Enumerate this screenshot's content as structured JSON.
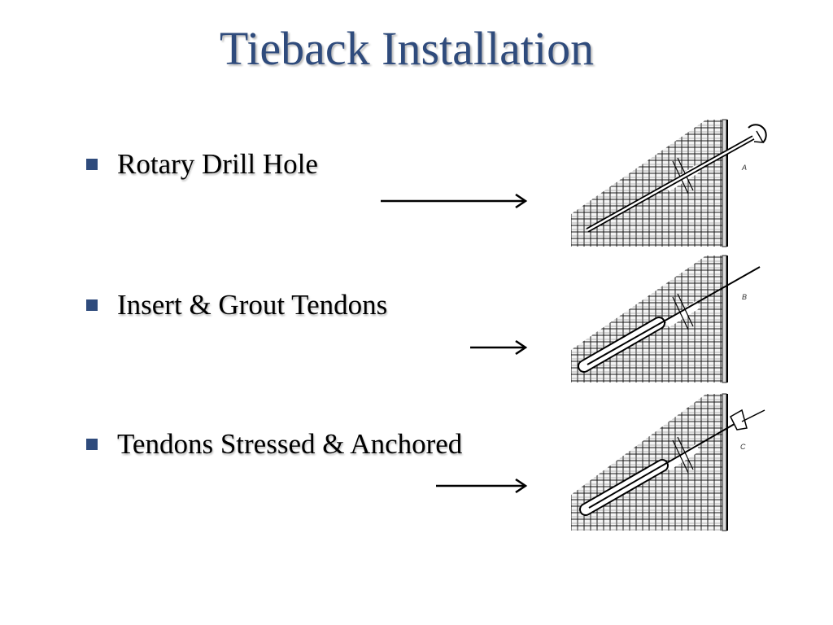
{
  "slide": {
    "title": "Tieback Installation",
    "accent_color": "#2f4b7c",
    "bullet_marker": "square-bullet",
    "steps": [
      {
        "label": "Rotary Drill Hole",
        "diagram_tag": "A"
      },
      {
        "label": "Insert & Grout Tendons",
        "diagram_tag": "B"
      },
      {
        "label": "Tendons Stressed & Anchored",
        "diagram_tag": "C"
      }
    ]
  }
}
